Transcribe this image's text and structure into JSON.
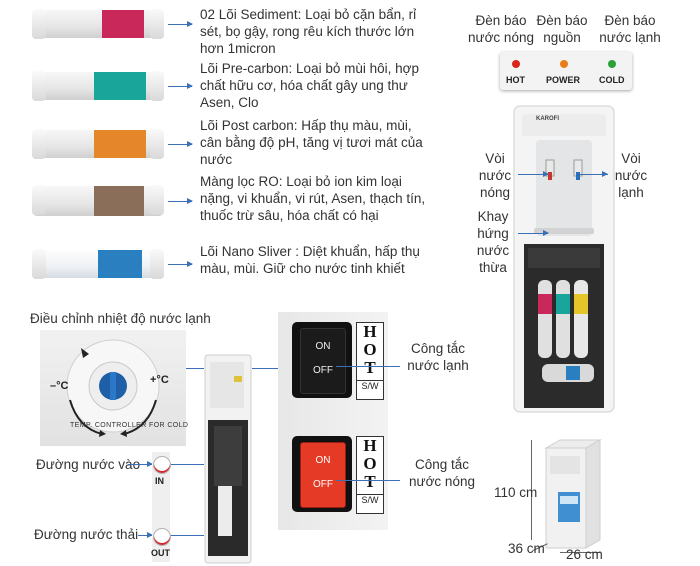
{
  "filters": [
    {
      "name": "sediment",
      "text": "02 Lõi Sediment: Loại bỏ cặn bẩn, rỉ sét, bọ gậy, rong rêu kích thước lớn hơn 1micron",
      "color": "#c8285a"
    },
    {
      "name": "pre-carbon",
      "text": "Lõi Pre-carbon: Loại bỏ mùi hôi, hợp chất hữu cơ, hóa chất gây ung thư Asen, Clo",
      "color": "#1aa59a"
    },
    {
      "name": "post-carbon",
      "text": "Lõi Post carbon: Hấp thụ màu, mùi, cân bằng độ pH, tăng vị tươi mát của nước",
      "color": "#e5862a"
    },
    {
      "name": "ro",
      "text": "Màng lọc RO: Loại bỏ ion kim loại nặng, vi khuẩn, vi rút, Asen, thạch tín, thuốc trừ sâu, hóa chất có hại",
      "color": "#8a6e5a"
    },
    {
      "name": "nano-silver",
      "text": "Lõi Nano Sliver : Diệt khuẩn, hấp thụ màu, mùi. Giữ cho nước tinh khiết",
      "color": "#2a7fc0"
    }
  ],
  "indicators": {
    "hot_caption": "Đèn báo nước nóng",
    "power_caption": "Đèn báo nguồn",
    "cold_caption": "Đèn báo nước lạnh",
    "hot_label": "HOT",
    "power_label": "POWER",
    "cold_label": "COLD",
    "hot_color": "#d8261c",
    "power_color": "#e67e18",
    "cold_color": "#2aa138"
  },
  "dispenser": {
    "brand": "KAROFI",
    "hot_tap": "Vòi nước nóng",
    "cold_tap": "Vòi nước lạnh",
    "drip_tray": "Khay hứng nước thừa"
  },
  "cooling": {
    "title": "Điều chỉnh nhiệt độ nước lạnh",
    "minus": "–°C",
    "plus": "+°C",
    "ring_text": "TEMP. CONTROLLER FOR COLD"
  },
  "ports": {
    "inlet": "Đường nước vào",
    "outlet": "Đường nước thải",
    "in_label": "IN",
    "out_label": "OUT"
  },
  "switches": {
    "cold_caption": "Công tắc nước lạnh",
    "hot_caption": "Công tắc nước nóng",
    "on": "ON",
    "off": "OFF",
    "plate_h": "H",
    "plate_o": "O",
    "plate_t": "T",
    "plate_sw": "S/W"
  },
  "dimensions": {
    "height": "110 cm",
    "depth": "36 cm",
    "width": "26 cm"
  }
}
